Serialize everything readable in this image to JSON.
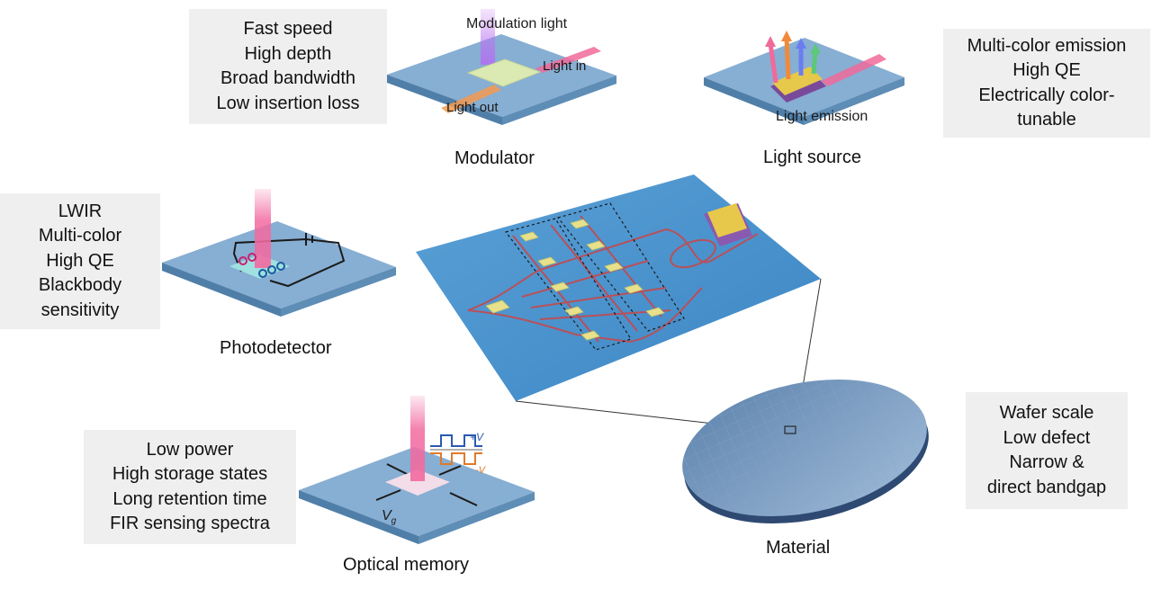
{
  "modulator": {
    "caption": "Modulator",
    "features": [
      "Fast speed",
      "High depth",
      "Broad bandwidth",
      "Low insertion loss"
    ],
    "label_modulation_light": "Modulation light",
    "label_light_in": "Light in",
    "label_light_out": "Light out"
  },
  "light_source": {
    "caption": "Light source",
    "features": [
      "Multi-color emission",
      "High QE",
      "Electrically color-",
      "tunable"
    ],
    "label_light_emission": "Light emission"
  },
  "photodetector": {
    "caption": "Photodetector",
    "features": [
      "LWIR",
      "Multi-color",
      "High QE",
      "Blackbody",
      "sensitivity"
    ]
  },
  "optical_memory": {
    "caption": "Optical memory",
    "features": [
      "Low power",
      "High storage states",
      "Long retention time",
      "FIR sensing spectra"
    ],
    "label_vg": "V",
    "label_vg_sub": "g",
    "label_plus_v": "+V",
    "label_minus_v": "-V"
  },
  "material": {
    "caption": "Material",
    "features": [
      "Wafer scale",
      "Low defect",
      "Narrow &",
      "direct bandgap"
    ]
  },
  "colors": {
    "substrate": "#7aa7cf",
    "substrate_dark": "#4f7fa8",
    "waveguide": "#b0505a",
    "beam_pink": "#f06a9a",
    "beam_orange": "#f08a3a",
    "feature_box": "#efefef"
  }
}
